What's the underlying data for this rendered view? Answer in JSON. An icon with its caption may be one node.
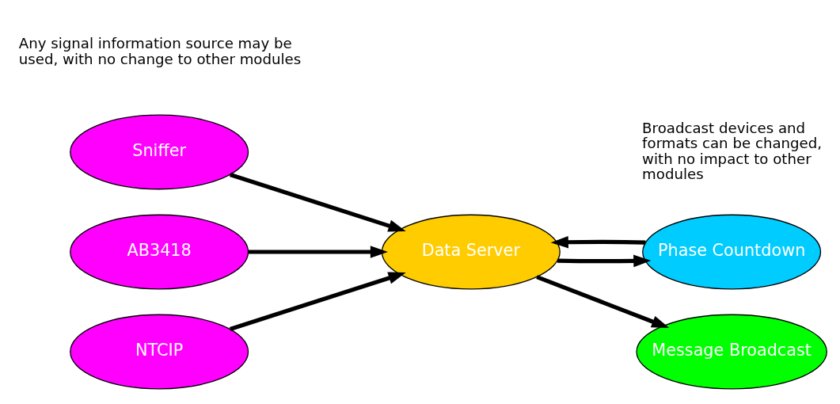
{
  "diagram": {
    "nodes": [
      {
        "text": [
          "Sniffer"
        ]
      },
      {
        "text": [
          "AB3418"
        ]
      },
      {
        "text": [
          "NTCIP"
        ]
      },
      {
        "text": [
          "Data Server"
        ]
      },
      {
        "text": [
          "Phase Countdown"
        ]
      },
      {
        "text": [
          "Message Broadcast"
        ]
      }
    ],
    "edges": [
      {
        "from": 0,
        "to": 3,
        "arrow": "to"
      },
      {
        "from": 1,
        "to": 3,
        "arrow": "to"
      },
      {
        "from": 2,
        "to": 3,
        "arrow": "to"
      },
      {
        "from": 3,
        "to": 4,
        "arrow": "to"
      },
      {
        "from": 4,
        "to": 3,
        "arrow": "to"
      },
      {
        "from": 3,
        "to": 5,
        "arrow": "to"
      }
    ],
    "labels": [
      "Any signal information source may be used, with no change to other modules",
      "Broadcast devices and formats can be changed, with no impact to other modules"
    ]
  }
}
